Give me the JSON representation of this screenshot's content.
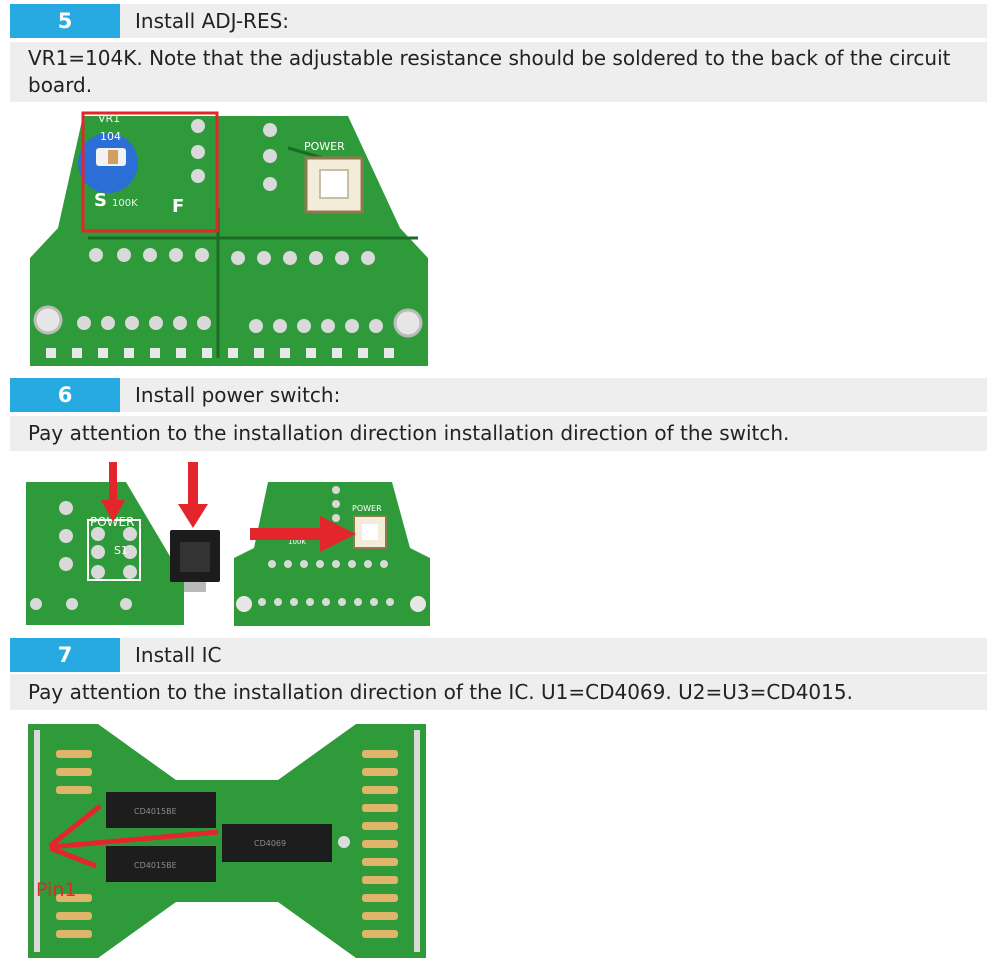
{
  "steps": [
    {
      "number": "5",
      "title": "Install ADJ-RES:",
      "note": "VR1=104K. Note that the adjustable resistance should be soldered to the back of the circuit board.",
      "photo_labels": {
        "vr": "VR1",
        "code": "104",
        "value": "100K",
        "s": "S",
        "f": "F",
        "power": "POWER"
      }
    },
    {
      "number": "6",
      "title": "Install power switch:",
      "note": "Pay attention to the installation direction installation direction of the switch.",
      "photo_labels": {
        "power": "POWER",
        "s1": "S1",
        "small_power": "POWER",
        "value": "100K"
      }
    },
    {
      "number": "7",
      "title": "Install IC",
      "note": "Pay attention to the installation direction of the IC. U1=CD4069. U2=U3=CD4015.",
      "photo_labels": {
        "pin": "Pin1",
        "chip1": "CD4015BE",
        "chip2": "CD4015BE",
        "chip3": "CD4069"
      }
    }
  ],
  "colors": {
    "accent": "#27a9e1",
    "pcb": "#2f9a3a",
    "marker": "#e3262b"
  }
}
